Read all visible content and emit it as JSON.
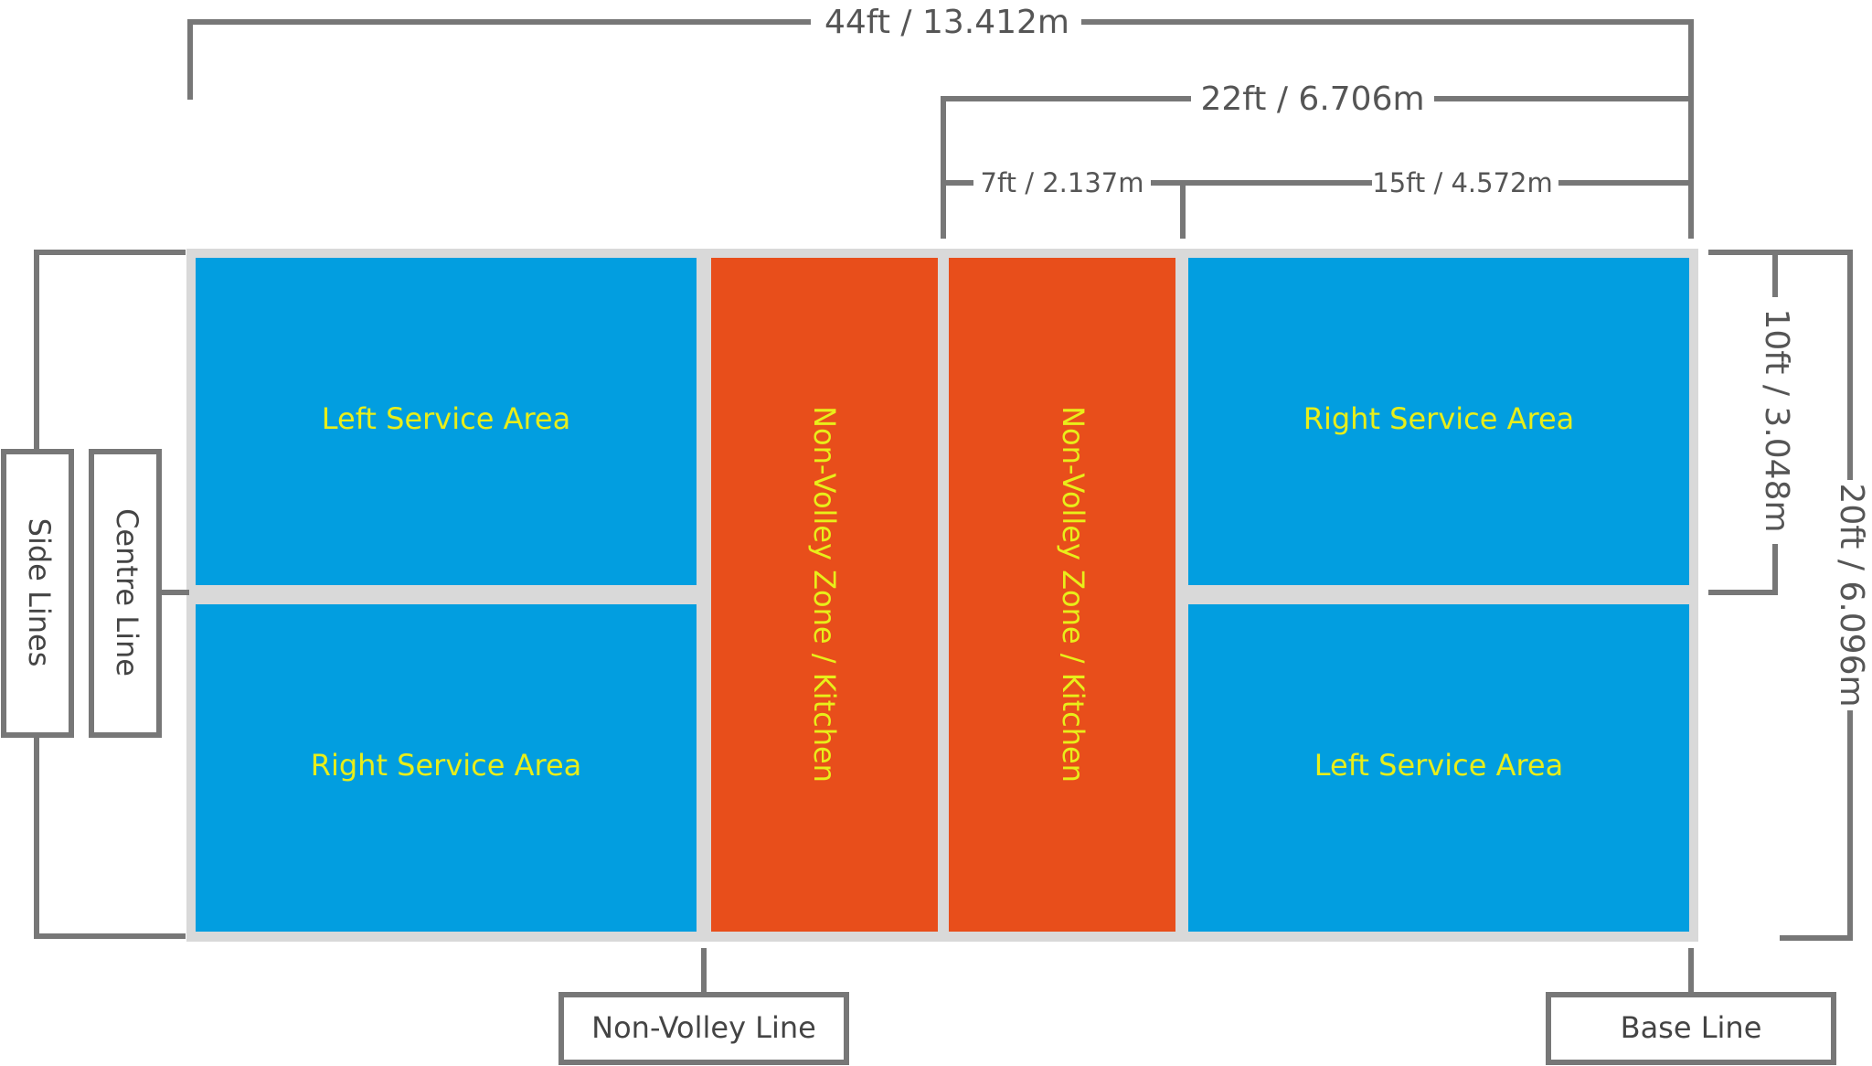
{
  "colors": {
    "court_border": "#d9d9d9",
    "service_area": "#029ee0",
    "kitchen": "#e84e1b",
    "label_text": "#e8ee1a",
    "dimension_lines": "#777777"
  },
  "dimensions": {
    "overall_length": "44ft / 13.412m",
    "half_length": "22ft / 6.706m",
    "kitchen_depth": "7ft / 2.137m",
    "service_depth": "15ft / 4.572m",
    "half_width": "10ft / 3.048m",
    "overall_width": "20ft / 6.096m"
  },
  "zones": {
    "top_left": "Left Service Area",
    "bottom_left": "Right Service Area",
    "kitchen_left": "Non-Volley Zone / Kitchen",
    "kitchen_right": "Non-Volley Zone / Kitchen",
    "top_right": "Right Service Area",
    "bottom_right": "Left Service Area"
  },
  "callouts": {
    "side_lines": "Side Lines",
    "centre_line": "Centre Line",
    "non_volley_line": "Non-Volley Line",
    "base_line": "Base Line"
  }
}
